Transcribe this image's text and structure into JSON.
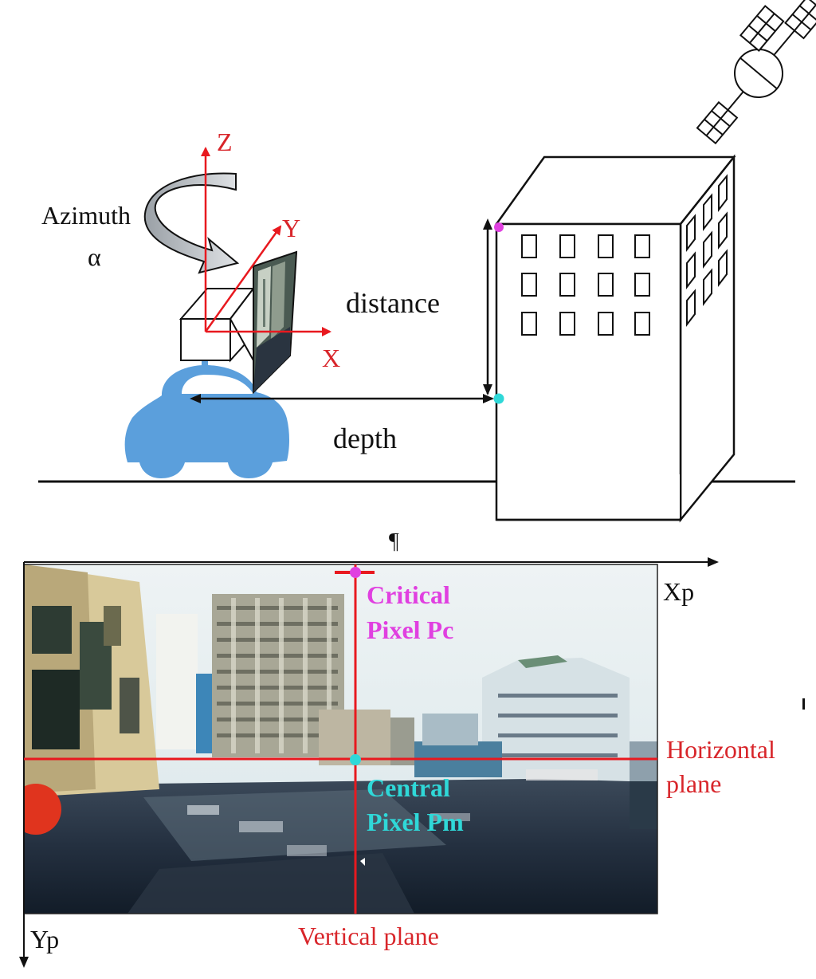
{
  "colors": {
    "axis_red": "#e8191f",
    "label_red": "#d8252a",
    "magenta": "#e040e0",
    "cyan": "#2fd8d8",
    "car_blue": "#5b9fdc",
    "black": "#111111"
  },
  "camera_axes": {
    "z_label": "Z",
    "y_label": "Y",
    "x_label": "X"
  },
  "azimuth": {
    "label": "Azimuth",
    "symbol": "α"
  },
  "measurements": {
    "distance_label": "distance",
    "depth_label": "depth"
  },
  "image_plane": {
    "top_mark": "¶",
    "xp_label": "Xp",
    "yp_label": "Yp",
    "critical_line1": "Critical",
    "critical_line2": "Pixel Pc",
    "central_line1": "Central",
    "central_line2": "Pixel Pm",
    "horizontal_line1": "Horizontal",
    "horizontal_line2": "plane",
    "vertical_label": "Vertical plane"
  },
  "icons": [
    "satellite-icon",
    "car-icon",
    "building-icon",
    "camera-icon",
    "street-photo"
  ]
}
